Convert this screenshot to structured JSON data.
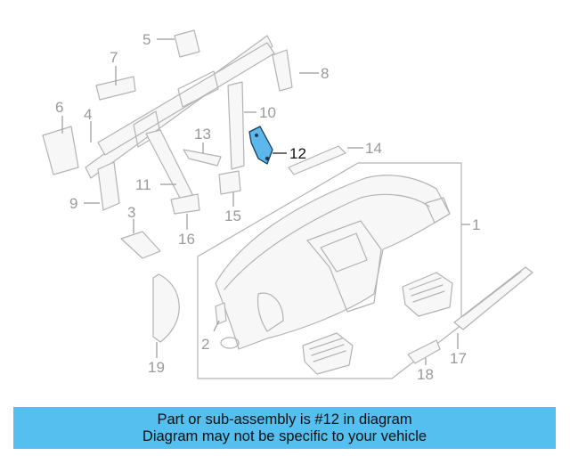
{
  "callouts": [
    "1",
    "2",
    "3",
    "4",
    "5",
    "6",
    "7",
    "8",
    "9",
    "10",
    "11",
    "12",
    "13",
    "14",
    "15",
    "16",
    "17",
    "18",
    "19"
  ],
  "highlighted_callout": "12",
  "colors": {
    "banner": "#55bff0",
    "highlight_part": "#5cb8ea",
    "outline": "#b3b3b3",
    "callout_text": "#9a9a9a"
  },
  "banner": {
    "line1": "Part or sub-assembly is #12 in diagram",
    "line2": "Diagram may not be specific to your vehicle"
  }
}
